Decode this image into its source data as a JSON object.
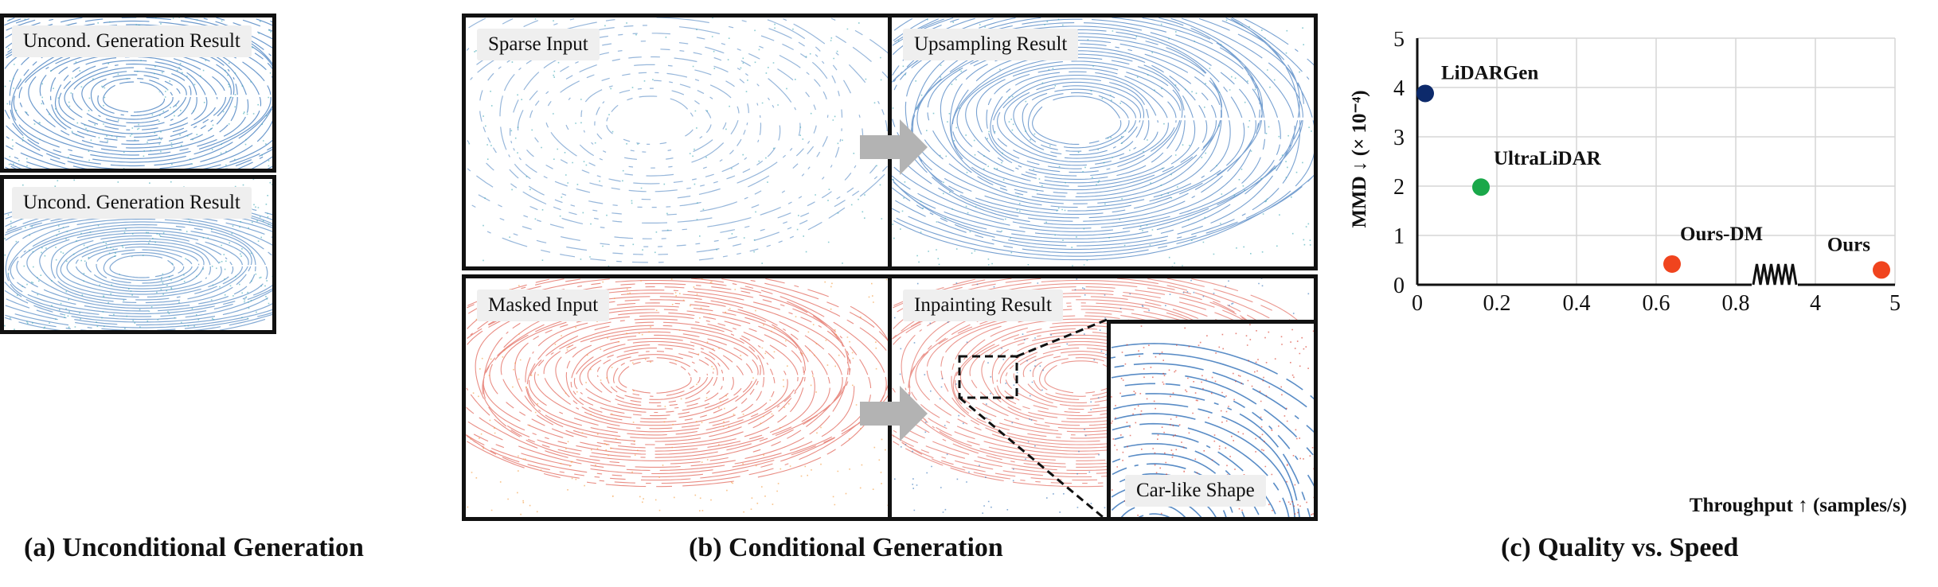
{
  "panels": {
    "uncond_top_label": "Uncond. Generation Result",
    "uncond_bottom_label": "Uncond. Generation Result",
    "sparse_label": "Sparse Input",
    "upsampling_label": "Upsampling Result",
    "masked_label": "Masked Input",
    "inpainting_label": "Inpainting Result",
    "inset_label": "Car-like Shape"
  },
  "captions": {
    "a": "(a) Unconditional Generation",
    "b": "(b) Conditional Generation",
    "c": "(c) Quality vs. Speed"
  },
  "colors": {
    "lidargen": "#0d2a6b",
    "ultralidar": "#1aa84a",
    "ours": "#f0441e",
    "blue_points": "#2f6fb8",
    "teal_points": "#3aa7b3",
    "red_points": "#d7301f",
    "orange_points": "#f39a3a"
  },
  "chart_data": {
    "type": "scatter",
    "xlabel": "Throughput ↑ (samples/s)",
    "ylabel": "MMD ↓ (× 10⁻⁴)",
    "broken_x_axis": true,
    "x_ticks": [
      "0",
      "0.2",
      "0.4",
      "0.6",
      "0.8",
      "4",
      "5"
    ],
    "y_ticks": [
      "0",
      "1",
      "2",
      "3",
      "4",
      "5"
    ],
    "ylim": [
      0,
      5
    ],
    "grid": true,
    "points": [
      {
        "label": "LiDARGen",
        "x": 0.02,
        "y": 3.88
      },
      {
        "label": "UltraLiDAR",
        "x": 0.16,
        "y": 1.98
      },
      {
        "label": "Ours-DM",
        "x": 0.64,
        "y": 0.42
      },
      {
        "label": "Ours",
        "x": 4.83,
        "y": 0.3
      }
    ]
  }
}
